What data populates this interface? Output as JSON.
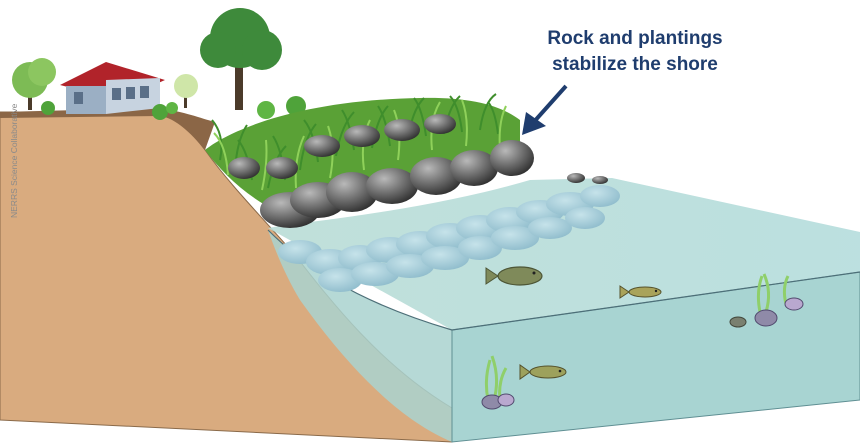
{
  "callout": {
    "line1": "Rock and plantings",
    "line2": "stabilize the shore"
  },
  "credit": "NERRS Science Collaborative",
  "icons": [
    "house-icon",
    "tree-icon",
    "shrub-icon",
    "grass-icon",
    "rock-icon",
    "fish-icon",
    "flounder-icon",
    "aquatic-plant-icon",
    "shellfish-icon",
    "arrow-icon"
  ],
  "colors": {
    "soil": "#d9ab7f",
    "water": "#a8d4d2",
    "rock": "#5b5b5b",
    "grass": "#5aa136",
    "text": "#1f3d6e"
  }
}
